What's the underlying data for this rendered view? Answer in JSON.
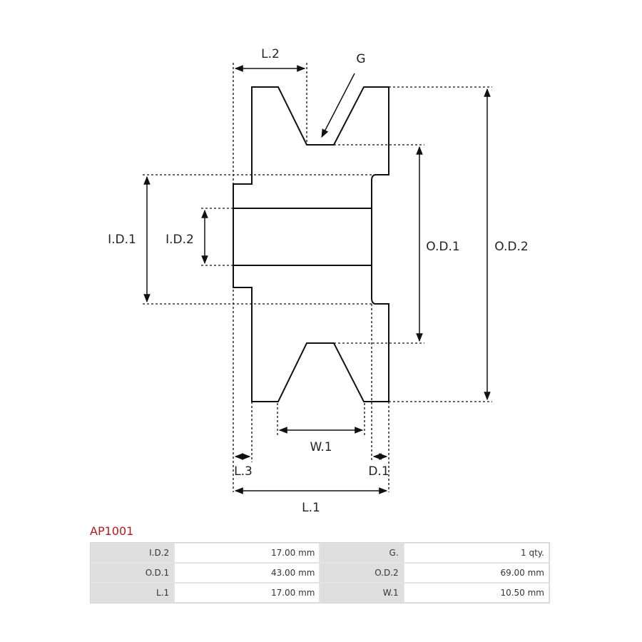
{
  "diagram": {
    "labels": {
      "l2": "L.2",
      "g": "G",
      "id1": "I.D.1",
      "id2": "I.D.2",
      "od1": "O.D.1",
      "od2": "O.D.2",
      "w1": "W.1",
      "l3": "L.3",
      "d1": "D.1",
      "l1": "L.1"
    }
  },
  "part_number": "AP1001",
  "specs": {
    "rows": [
      [
        {
          "key": "I.D.2",
          "value": "17.00 mm"
        },
        {
          "key": "G.",
          "value": "1 qty."
        }
      ],
      [
        {
          "key": "O.D.1",
          "value": "43.00 mm"
        },
        {
          "key": "O.D.2",
          "value": "69.00 mm"
        }
      ],
      [
        {
          "key": "L.1",
          "value": "17.00 mm"
        },
        {
          "key": "W.1",
          "value": "10.50 mm"
        }
      ]
    ]
  },
  "colors": {
    "accent": "#b31b1b",
    "line": "#111111"
  }
}
